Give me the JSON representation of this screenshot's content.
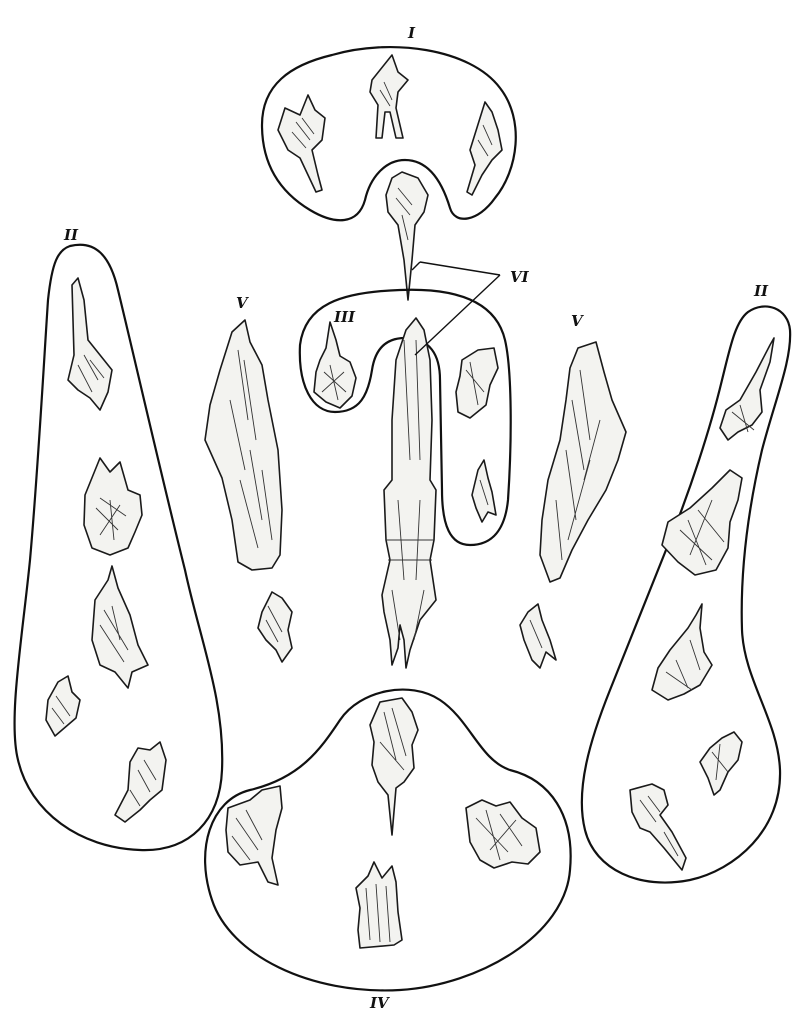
{
  "figure": {
    "labels": {
      "group_i": "I",
      "group_ii_left": "II",
      "group_ii_right": "II",
      "group_iii": "III",
      "group_iv": "IV",
      "group_v_left": "V",
      "group_v_right": "V",
      "group_vi": "VI"
    }
  }
}
